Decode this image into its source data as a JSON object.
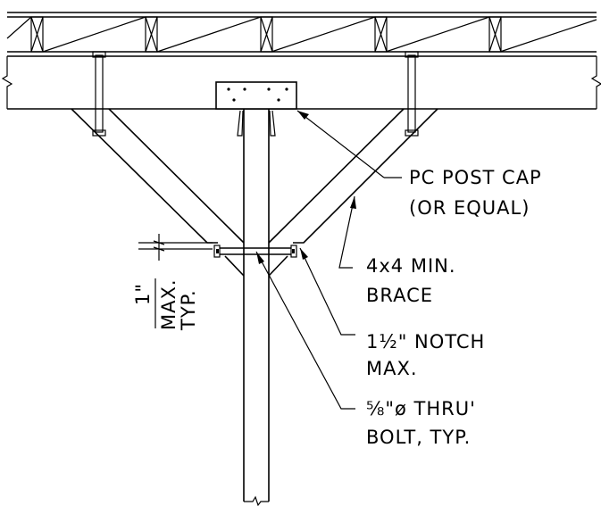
{
  "labels": {
    "post_cap_line1": "PC POST CAP",
    "post_cap_line2": "(OR EQUAL)",
    "brace_line1": "4x4 MIN.",
    "brace_line2": "BRACE",
    "notch_line1": "1½\" NOTCH",
    "notch_line2": "MAX.",
    "bolt_line1": "⅝\"ø THRU'",
    "bolt_line2": "BOLT, TYP.",
    "dim_value": "1\"",
    "dim_note_line1": "MAX.",
    "dim_note_line2": "TYP."
  }
}
